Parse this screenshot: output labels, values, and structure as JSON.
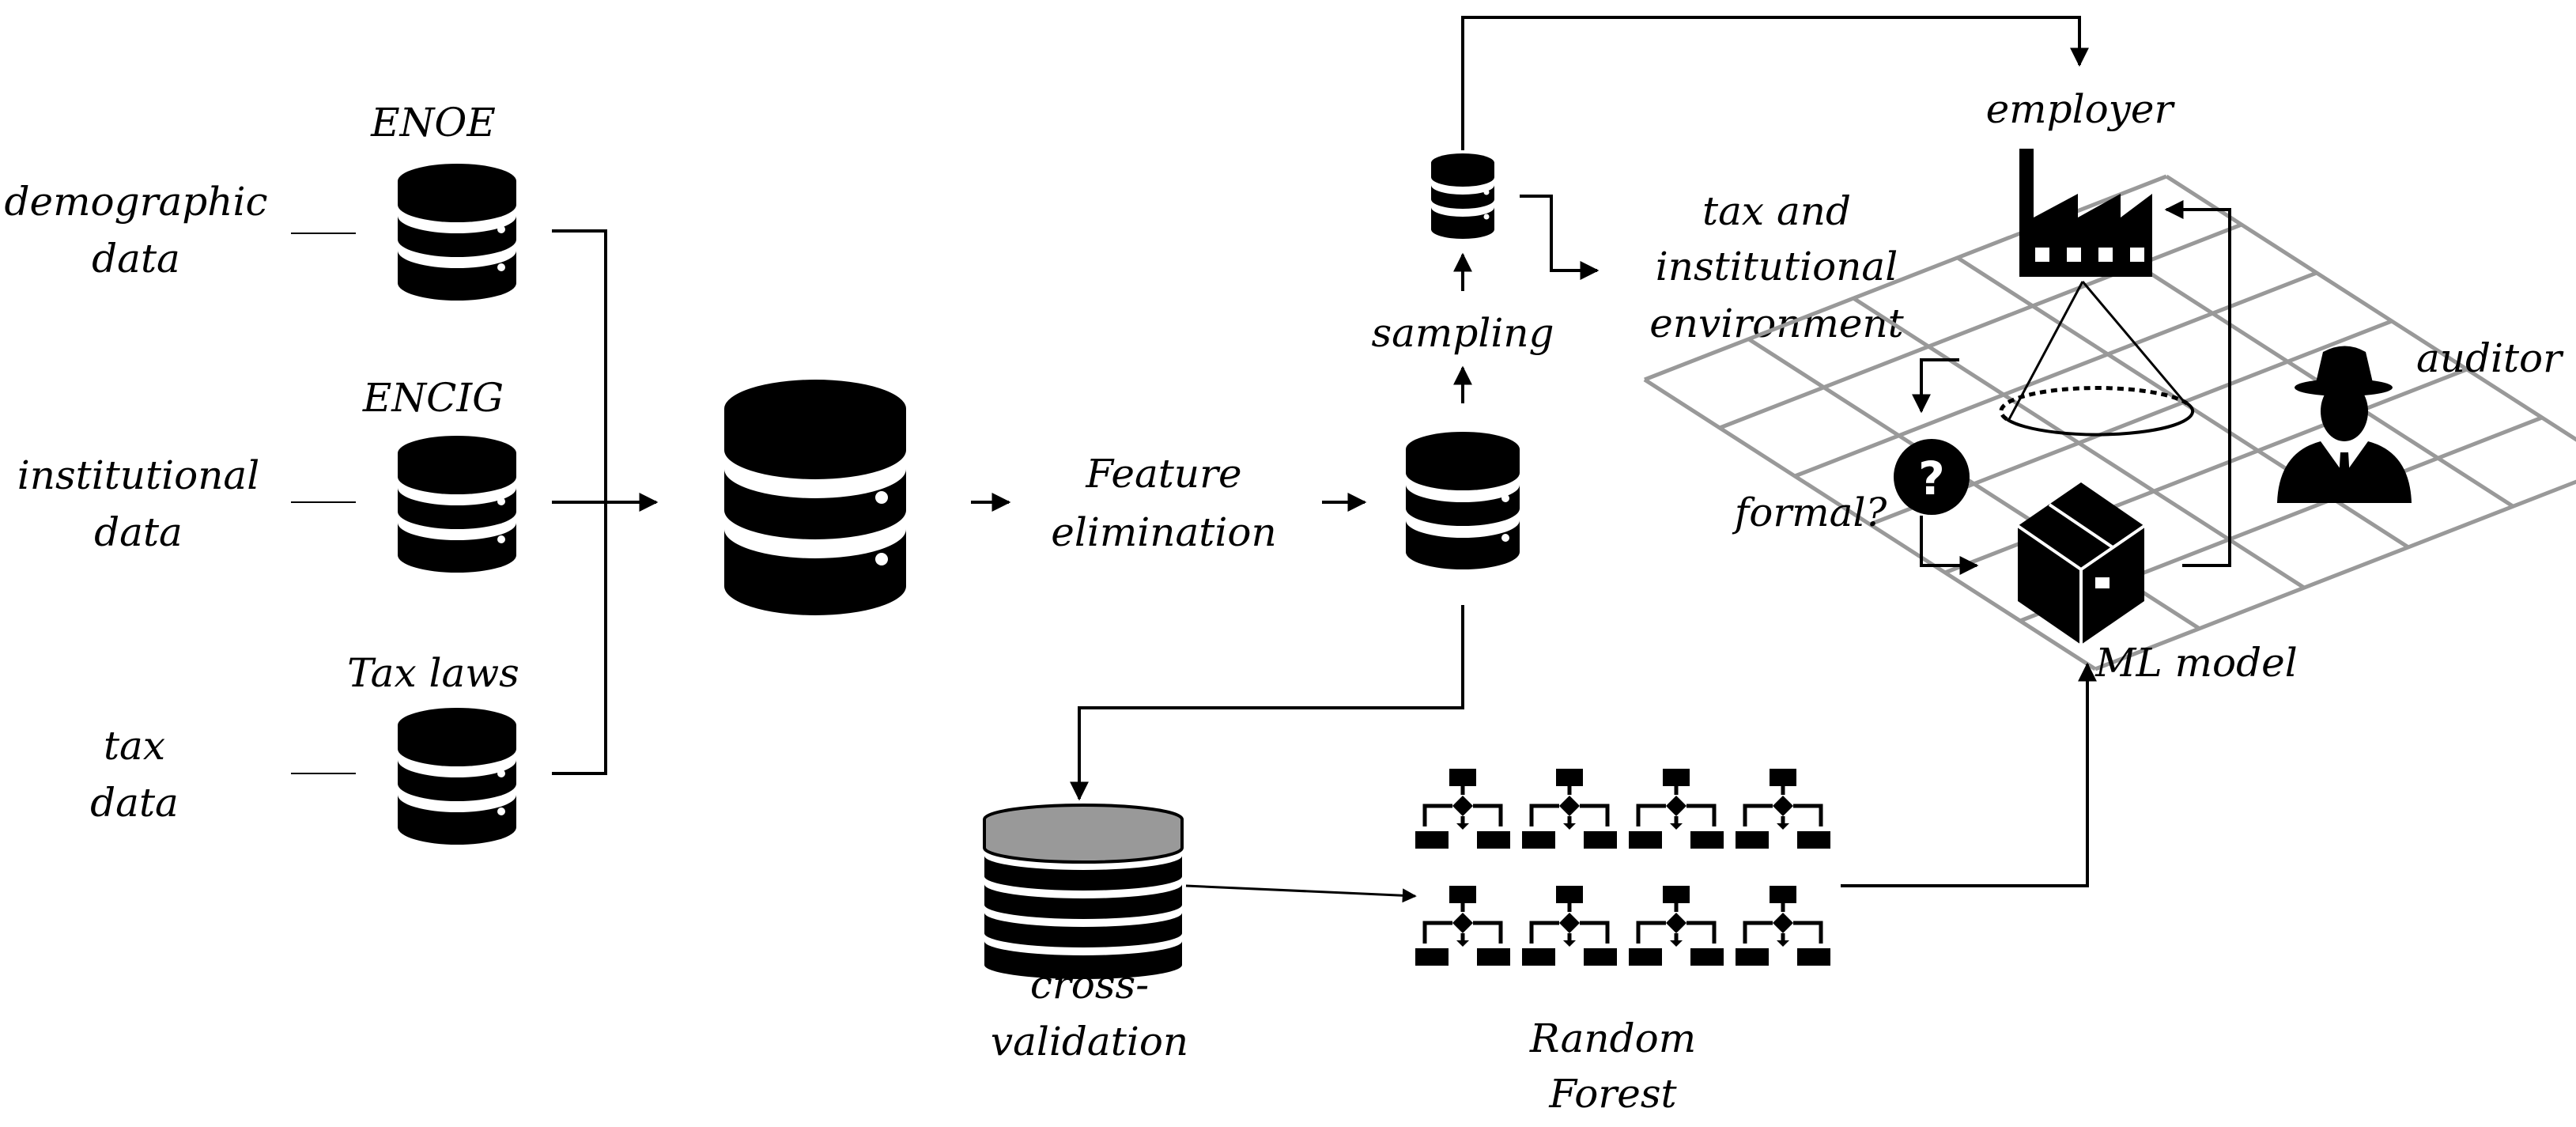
{
  "colors": {
    "ink": "#000000",
    "grid": "#999999",
    "cv_top": "#999999",
    "background": "#ffffff"
  },
  "sources": {
    "enoe": {
      "title": "ENOE",
      "label_line1": "demographic",
      "label_line2": "data"
    },
    "encig": {
      "title": "ENCIG",
      "label_line1": "institutional",
      "label_line2": "data"
    },
    "taxlaws": {
      "title": "Tax laws",
      "label_line1": "tax",
      "label_line2": "data"
    }
  },
  "feature_elimination": {
    "line1": "Feature",
    "line2": "elimination"
  },
  "sampling": "sampling",
  "environment": {
    "line1": "tax and",
    "line2": "institutional",
    "line3": "environment"
  },
  "employer": "employer",
  "auditor": "auditor",
  "formal": "formal?",
  "question_mark": "?",
  "ml_model": "ML model",
  "cross_validation": {
    "line1": "cross-",
    "line2": "validation"
  },
  "random_forest": {
    "line1": "Random",
    "line2": "Forest"
  },
  "icons": [
    "database-icon",
    "factory-icon",
    "spy-icon",
    "box-icon",
    "question-icon",
    "decision-tree-icon"
  ]
}
